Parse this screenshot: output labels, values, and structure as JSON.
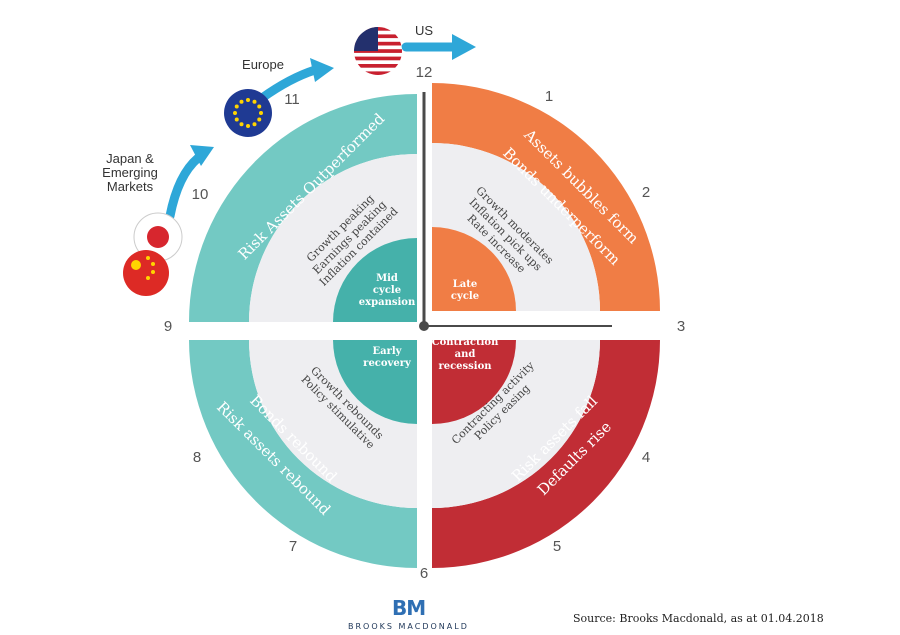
{
  "colors": {
    "teal": "#73c9c3",
    "teal_dark": "#45b1aa",
    "orange": "#f07d45",
    "red": "#c12d35",
    "inner_ring": "#eeeef1",
    "arrow": "#2ea7d8",
    "text_dark": "#444444"
  },
  "clock_numbers": [
    "1",
    "2",
    "3",
    "4",
    "5",
    "6",
    "7",
    "8",
    "9",
    "10",
    "11",
    "12"
  ],
  "quadrants": {
    "top_left": {
      "outer": [
        "Risk Assets Outperformed"
      ],
      "middle": [
        "Growth peaking",
        "Earnings peaking",
        "Inflation contained"
      ],
      "center": [
        "Mid",
        "cycle",
        "expansion"
      ]
    },
    "top_right": {
      "outer": [
        "Assets bubbles form",
        "Bonds underperform"
      ],
      "middle": [
        "Growth moderates",
        "Inflation pick ups",
        "Rate increase"
      ],
      "center": [
        "Late",
        "cycle"
      ]
    },
    "bottom_right": {
      "outer": [
        "Risk assets fall",
        "Defaults rise"
      ],
      "middle": [
        "Contracting activity",
        "Policy easing"
      ],
      "center": [
        "Contraction",
        "and",
        "recession"
      ]
    },
    "bottom_left": {
      "outer": [
        "Bonds rebound",
        "Risk assets rebound"
      ],
      "middle": [
        "Growth rebounds",
        "Policy stimulative"
      ],
      "center": [
        "Early",
        "recovery"
      ]
    }
  },
  "regions": {
    "japan_em": "Japan &\nEmerging\nMarkets",
    "europe": "Europe",
    "us": "US"
  },
  "logo": {
    "mark": "BM",
    "text": "BROOKS MACDONALD"
  },
  "source": "Source: Brooks Macdonald, as at 01.04.2018"
}
